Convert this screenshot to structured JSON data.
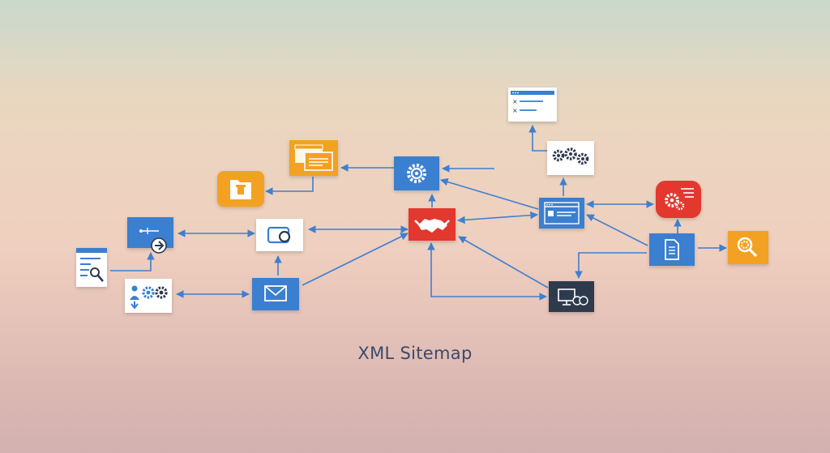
{
  "title": "XML Sitemap",
  "colors": {
    "background_top": "#c9d9cc",
    "background_bottom": "#d2b1b0",
    "connector": "#3f7fcf",
    "node_blue": "#3a7fd0",
    "node_orange": "#f3a122",
    "node_white": "#ffffff",
    "node_red": "#e2382f",
    "node_dark": "#2d3a4e",
    "title": "#3c4a6b"
  },
  "nodes": [
    {
      "id": "handshake-hub",
      "icon": "handshake-icon",
      "color": "#e2382f"
    },
    {
      "id": "settings-gear-node",
      "icon": "gear-icon",
      "color": "#3a7fd0"
    },
    {
      "id": "browser-windows-node",
      "icon": "browser-windows-icon",
      "color": "#f3a122"
    },
    {
      "id": "folder-node",
      "icon": "folder-icon",
      "color": "#f3a122"
    },
    {
      "id": "navigation-node",
      "icon": "arrow-right-icon",
      "color": "#3a7fd0"
    },
    {
      "id": "search-document-node",
      "icon": "magnifier-icon",
      "color": "#ffffff"
    },
    {
      "id": "user-settings-node",
      "icon": "user-gears-icon",
      "color": "#ffffff"
    },
    {
      "id": "camera-node",
      "icon": "camera-icon",
      "color": "#ffffff"
    },
    {
      "id": "email-node",
      "icon": "envelope-icon",
      "color": "#3a7fd0"
    },
    {
      "id": "browser-profile-node",
      "icon": "profile-window-icon",
      "color": "#3a7fd0"
    },
    {
      "id": "gears-node",
      "icon": "gears-icon",
      "color": "#ffffff"
    },
    {
      "id": "checklist-window-node",
      "icon": "checklist-icon",
      "color": "#ffffff"
    },
    {
      "id": "red-settings-node",
      "icon": "gear-list-icon",
      "color": "#e2382f"
    },
    {
      "id": "document-node",
      "icon": "document-icon",
      "color": "#3a7fd0"
    },
    {
      "id": "orange-search-node",
      "icon": "magnifier-icon",
      "color": "#f3a122"
    },
    {
      "id": "monitor-node",
      "icon": "monitor-icon",
      "color": "#2d3a4e"
    }
  ]
}
